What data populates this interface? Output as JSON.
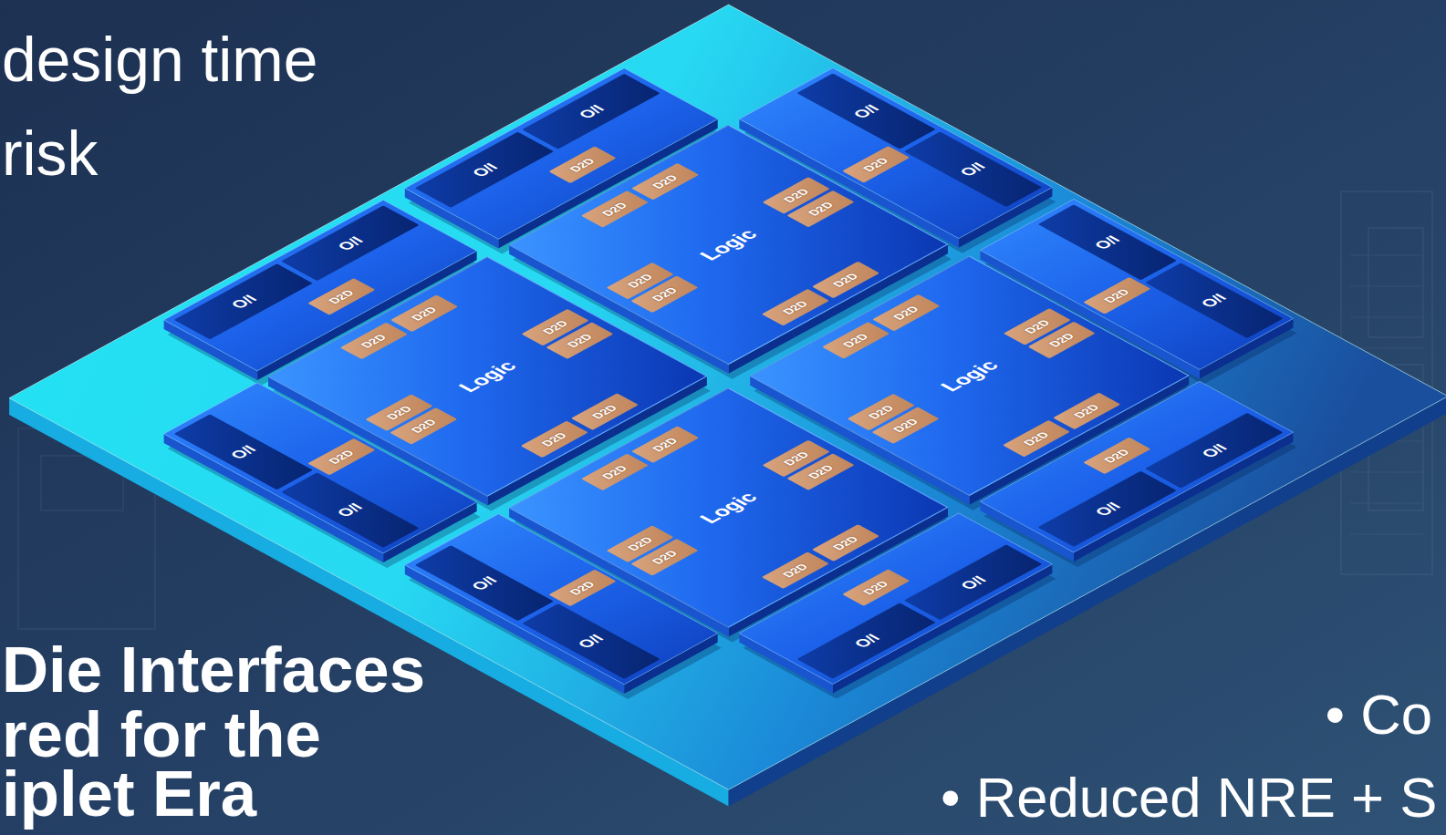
{
  "diagram": {
    "nodes": [
      {
        "text": [
          "I/O"
        ]
      },
      {
        "text": [
          "I/O"
        ]
      },
      {
        "text": [
          "D2D"
        ]
      },
      {
        "text": [
          "I/O"
        ]
      },
      {
        "text": [
          "I/O"
        ]
      },
      {
        "text": [
          "D2D"
        ]
      },
      {
        "text": [
          "Logic"
        ]
      },
      {
        "text": [
          "D2D"
        ],
        "in": 6
      },
      {
        "text": [
          "D2D"
        ],
        "in": 6
      },
      {
        "text": [
          "D2D"
        ],
        "in": 6
      },
      {
        "text": [
          "D2D"
        ],
        "in": 6
      },
      {
        "text": [
          "D2D"
        ],
        "in": 6
      },
      {
        "text": [
          "D2D"
        ],
        "in": 6
      },
      {
        "text": [
          "D2D"
        ],
        "in": 6
      },
      {
        "text": [
          "D2D"
        ],
        "in": 6
      },
      {
        "text": [
          "I/O"
        ]
      },
      {
        "text": [
          "I/O"
        ]
      },
      {
        "text": [
          "D2D"
        ]
      },
      {
        "text": [
          "I/O"
        ]
      },
      {
        "text": [
          "I/O"
        ]
      },
      {
        "text": [
          "D2D"
        ]
      },
      {
        "text": [
          "Logic"
        ]
      },
      {
        "text": [
          "D2D"
        ],
        "in": 21
      },
      {
        "text": [
          "D2D"
        ],
        "in": 21
      },
      {
        "text": [
          "D2D"
        ],
        "in": 21
      },
      {
        "text": [
          "D2D"
        ],
        "in": 21
      },
      {
        "text": [
          "D2D"
        ],
        "in": 21
      },
      {
        "text": [
          "D2D"
        ],
        "in": 21
      },
      {
        "text": [
          "D2D"
        ],
        "in": 21
      },
      {
        "text": [
          "D2D"
        ],
        "in": 21
      },
      {
        "text": [
          "Logic"
        ]
      },
      {
        "text": [
          "D2D"
        ],
        "in": 30
      },
      {
        "text": [
          "D2D"
        ],
        "in": 30
      },
      {
        "text": [
          "D2D"
        ],
        "in": 30
      },
      {
        "text": [
          "D2D"
        ],
        "in": 30
      },
      {
        "text": [
          "D2D"
        ],
        "in": 30
      },
      {
        "text": [
          "D2D"
        ],
        "in": 30
      },
      {
        "text": [
          "D2D"
        ],
        "in": 30
      },
      {
        "text": [
          "D2D"
        ],
        "in": 30
      },
      {
        "text": [
          "I/O"
        ]
      },
      {
        "text": [
          "I/O"
        ]
      },
      {
        "text": [
          "D2D"
        ]
      },
      {
        "text": [
          "I/O"
        ]
      },
      {
        "text": [
          "I/O"
        ]
      },
      {
        "text": [
          "D2D"
        ]
      },
      {
        "text": [
          "Logic"
        ]
      },
      {
        "text": [
          "D2D"
        ],
        "in": 45
      },
      {
        "text": [
          "D2D"
        ],
        "in": 45
      },
      {
        "text": [
          "D2D"
        ],
        "in": 45
      },
      {
        "text": [
          "D2D"
        ],
        "in": 45
      },
      {
        "text": [
          "D2D"
        ],
        "in": 45
      },
      {
        "text": [
          "D2D"
        ],
        "in": 45
      },
      {
        "text": [
          "D2D"
        ],
        "in": 45
      },
      {
        "text": [
          "D2D"
        ],
        "in": 45
      },
      {
        "text": [
          "I/O"
        ]
      },
      {
        "text": [
          "I/O"
        ]
      },
      {
        "text": [
          "D2D"
        ]
      },
      {
        "text": [
          "I/O"
        ]
      },
      {
        "text": [
          "I/O"
        ]
      },
      {
        "text": [
          "D2D"
        ]
      }
    ],
    "labels": [
      "design time",
      "risk",
      "Die Interfaces",
      "red for the",
      "iplet Era",
      "• Co",
      "• Reduced NRE + S"
    ]
  }
}
